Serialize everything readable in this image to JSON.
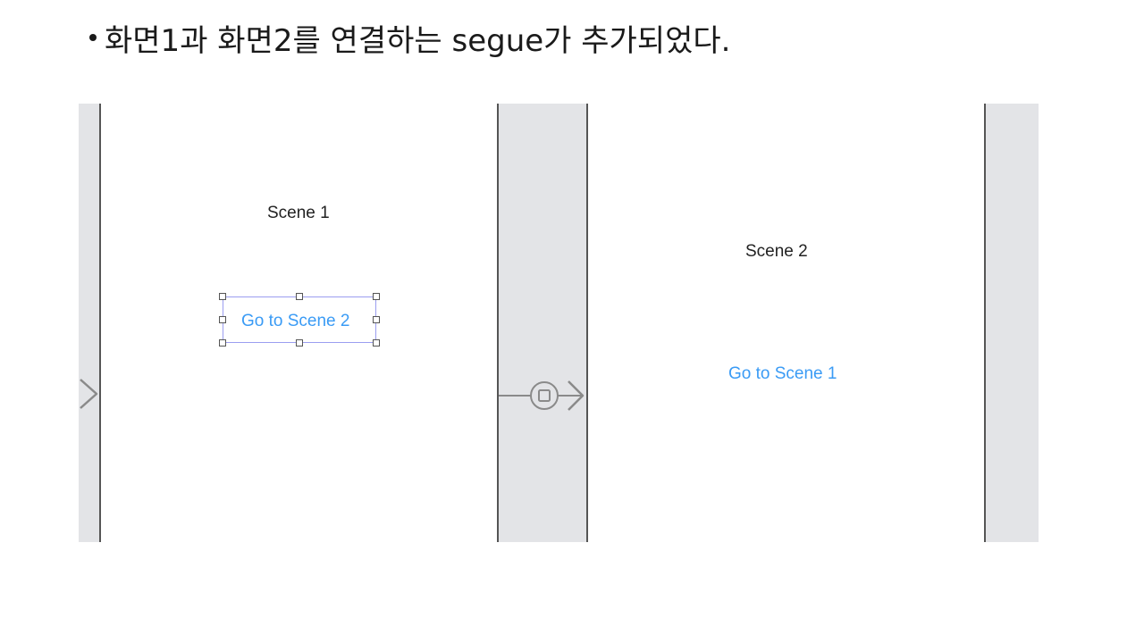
{
  "slide": {
    "bullet_text": "화면1과 화면2를 연결하는 segue가 추가되었다."
  },
  "storyboard": {
    "scene1": {
      "title": "Scene 1",
      "button_label": "Go to Scene 2"
    },
    "scene2": {
      "title": "Scene 2",
      "button_label": "Go to Scene 1"
    }
  },
  "icons": {
    "entry_arrow": "chevron-right-icon",
    "segue": "segue-icon"
  },
  "colors": {
    "canvas_background": "#e3e4e7",
    "button_text": "#3a9bf5",
    "selection_border": "#9b9ef0"
  }
}
